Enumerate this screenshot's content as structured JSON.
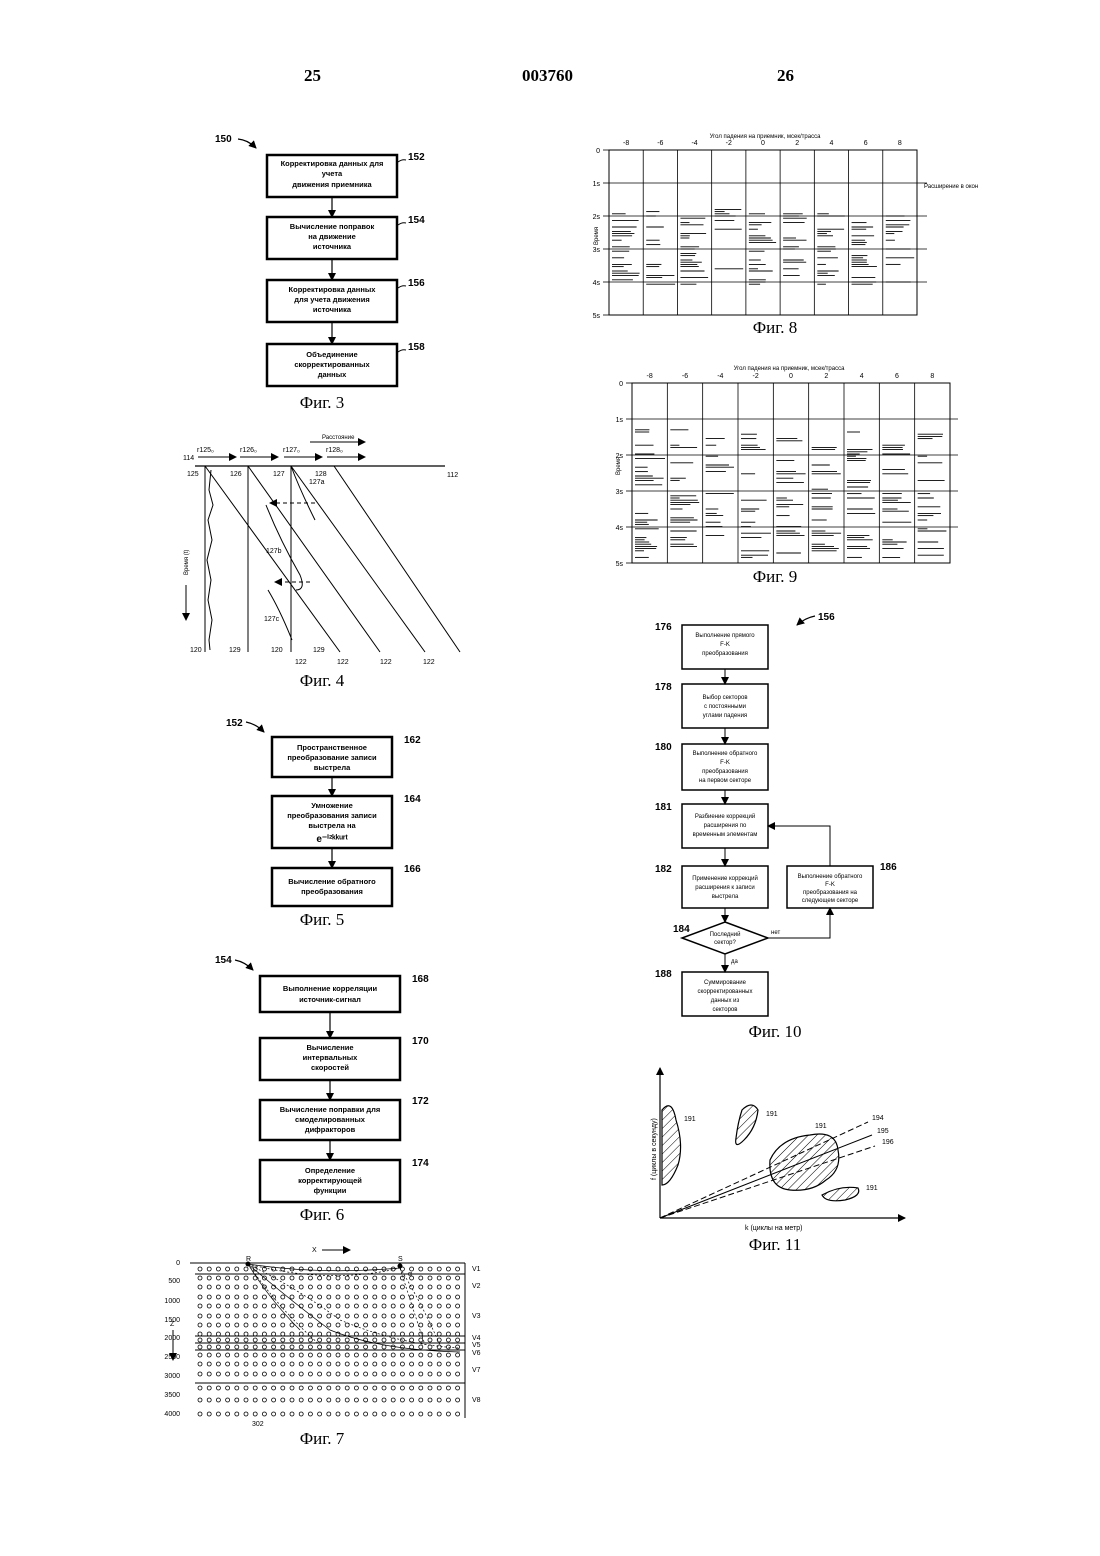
{
  "header": {
    "left": "25",
    "center": "003760",
    "right": "26"
  },
  "fig3": {
    "ref": "150",
    "caption": "Фиг. 3",
    "boxes": [
      {
        "num": "152",
        "lines": [
          "Корректировка данных для",
          "учета",
          "движения приемника"
        ]
      },
      {
        "num": "154",
        "lines": [
          "Вычисление поправок",
          "на движение",
          "источника"
        ]
      },
      {
        "num": "156",
        "lines": [
          "Корректировка данных",
          "для учета движения",
          "источника"
        ]
      },
      {
        "num": "158",
        "lines": [
          "Объединение",
          "скорректированных",
          "данных"
        ]
      }
    ]
  },
  "fig4": {
    "caption": "Фиг. 4",
    "axis_top": "Расстояние",
    "axis_left": "Время (t)",
    "top_labels": [
      "r125₀",
      "r126₀",
      "r127₀",
      "r128₀"
    ],
    "surface_left": "114",
    "surface_right": "112",
    "points": [
      "125",
      "126",
      "127",
      "128"
    ],
    "segments": [
      "127a",
      "127b",
      "127c"
    ],
    "bottom": [
      "120",
      "129",
      "120",
      "129",
      "122",
      "122",
      "122",
      "122"
    ]
  },
  "fig5": {
    "ref": "152",
    "caption": "Фиг. 5",
    "boxes": [
      {
        "num": "162",
        "lines": [
          "Пространственное",
          "преобразование записи",
          "выстрела"
        ]
      },
      {
        "num": "164",
        "lines": [
          "Умножение",
          "преобразования записи",
          "выстрела на",
          "e⁻ⁱ²ᵏᵏᵘʳᵗ"
        ]
      },
      {
        "num": "166",
        "lines": [
          "Вычисление обратного",
          "преобразования"
        ]
      }
    ]
  },
  "fig6": {
    "ref": "154",
    "caption": "Фиг. 6",
    "boxes": [
      {
        "num": "168",
        "lines": [
          "Выполнение корреляции",
          "источник-сигнал"
        ]
      },
      {
        "num": "170",
        "lines": [
          "Вычисление",
          "интервальных",
          "скоростей"
        ]
      },
      {
        "num": "172",
        "lines": [
          "Вычисление поправки для",
          "смоделированных",
          "дифракторов"
        ]
      },
      {
        "num": "174",
        "lines": [
          "Определение",
          "корректирующей",
          "функции"
        ]
      }
    ]
  },
  "fig7": {
    "caption": "Фиг. 7",
    "x_label": "X",
    "z_label": "Z",
    "r_label": "R",
    "s_label": "S",
    "alpha": "α",
    "ref": "302",
    "depths": [
      "0",
      "500",
      "1000",
      "1500",
      "2000",
      "2500",
      "3000",
      "3500",
      "4000"
    ],
    "layers": [
      "V1",
      "V2",
      "V3",
      "V4",
      "V5",
      "V6",
      "V7",
      "V8"
    ]
  },
  "fig8": {
    "caption": "Фиг. 8",
    "title": "Угол падения на приемник, мсек/трасса",
    "ylabel": "Время",
    "xticks": [
      "-8",
      "-6",
      "-4",
      "-2",
      "0",
      "2",
      "4",
      "6",
      "8"
    ],
    "yticks": [
      "0",
      "1s",
      "2s",
      "3s",
      "4s",
      "5s"
    ],
    "annot": "Расширение в окон"
  },
  "fig9": {
    "caption": "Фиг. 9",
    "title": "Угол падения на приемник, мсек/трасса",
    "ylabel": "Время",
    "xticks": [
      "-8",
      "-6",
      "-4",
      "-2",
      "0",
      "2",
      "4",
      "6",
      "8"
    ],
    "yticks": [
      "0",
      "1s",
      "2s",
      "3s",
      "4s",
      "5s"
    ]
  },
  "fig10": {
    "ref": "156",
    "caption": "Фиг. 10",
    "boxes": [
      {
        "num": "176",
        "lines": [
          "Выполнение прямого",
          "F-K",
          "преобразования"
        ]
      },
      {
        "num": "178",
        "lines": [
          "Выбор секторов",
          "с постоянными",
          "углами падения"
        ]
      },
      {
        "num": "180",
        "lines": [
          "Выполнение обратного",
          "F-K",
          "преобразования",
          "на первом секторе"
        ]
      },
      {
        "num": "181",
        "lines": [
          "Разбиение коррекций",
          "расширения по",
          "временным элементам"
        ]
      },
      {
        "num": "182",
        "lines": [
          "Применение коррекций",
          "расширения к записи",
          "выстрела"
        ]
      },
      {
        "num": "186",
        "lines": [
          "Выполнение обратного",
          "F-K",
          "преобразования на",
          "следующем секторе"
        ]
      },
      {
        "num": "188",
        "lines": [
          "Суммирование",
          "скорректированных",
          "данных из",
          "секторов"
        ]
      }
    ],
    "decision": {
      "num": "184",
      "lines": [
        "Последний",
        "сектор?"
      ]
    },
    "no": "нет",
    "yes": "да"
  },
  "fig11": {
    "caption": "Фиг. 11",
    "xlabel": "k (циклы на метр)",
    "ylabel": "f (циклы в секунду)",
    "labels": [
      "191",
      "191",
      "191",
      "191",
      "194",
      "195",
      "196"
    ]
  }
}
